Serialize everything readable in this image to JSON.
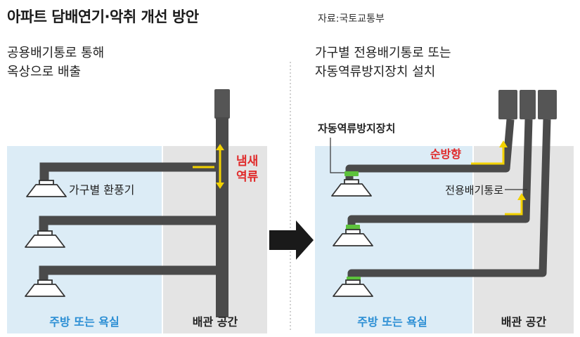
{
  "header": {
    "title": "아파트 담배연기·악취 개선 방안",
    "source": "자료:국토교통부"
  },
  "left_panel": {
    "description_line1": "공용배기통로 통해",
    "description_line2": "옥상으로 배출",
    "kitchen_label": "주방 또는 욕실",
    "pipe_space_label": "배관 공간",
    "fan_label": "가구별 환풍기",
    "backflow_label_line1": "냄새",
    "backflow_label_line2": "역류"
  },
  "right_panel": {
    "description_line1": "가구별 전용배기통로 또는",
    "description_line2": "자동역류방지장치 설치",
    "kitchen_label": "주방 또는 욕실",
    "pipe_space_label": "배관 공간",
    "damper_label": "자동역류방지장치",
    "forward_flow_label": "순방향",
    "duct_label": "전용배기통로"
  },
  "colors": {
    "room_bg": "#dcecf6",
    "pipe_space_bg": "#e4e4e4",
    "pipe": "#4a4a4a",
    "arrow_yellow": "#f3d200",
    "accent_red": "#e02b2b",
    "damper_green": "#5cc23c",
    "room_label_blue": "#2b8ed4"
  },
  "icons": [
    "range-hood-icon",
    "exhaust-pipe",
    "backflow-arrow-icon",
    "forward-flow-arrow-icon",
    "big-right-arrow-icon"
  ]
}
